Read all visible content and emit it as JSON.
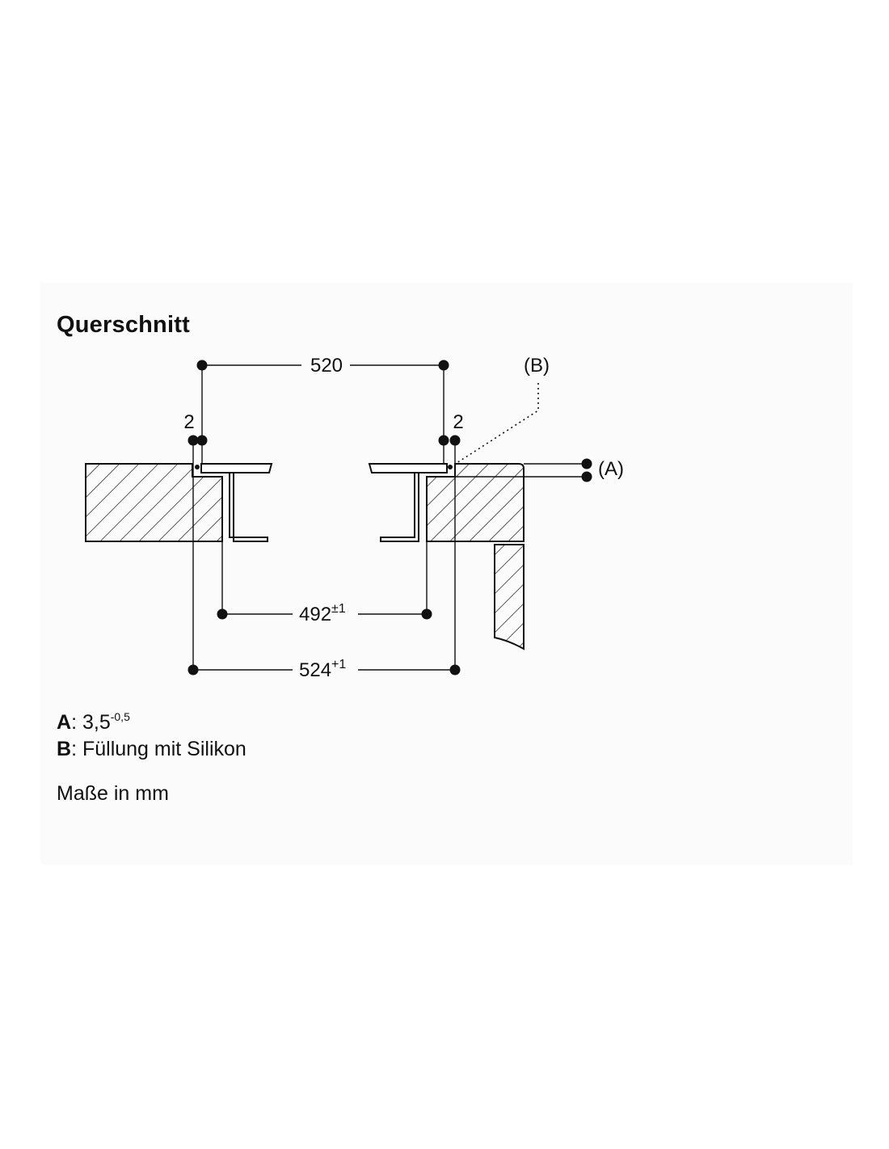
{
  "title": "Querschnitt",
  "dimensions": {
    "top_width": "520",
    "gap_left": "2",
    "gap_right": "2",
    "inner_width": {
      "value": "492",
      "tolerance": "±1"
    },
    "outer_width": {
      "value": "524",
      "tolerance": "+1"
    },
    "label_a": "(A)",
    "label_b": "(B)"
  },
  "legend": [
    {
      "key": "A",
      "separator": ":",
      "text": "3,5",
      "sup": "-0,5"
    },
    {
      "key": "B",
      "separator": ":",
      "text": "Füllung mit Silikon",
      "sup": ""
    }
  ],
  "units": "Maße in mm",
  "colors": {
    "line": "#111111",
    "background": "#ffffff",
    "sheet": "#fbfbfb"
  }
}
